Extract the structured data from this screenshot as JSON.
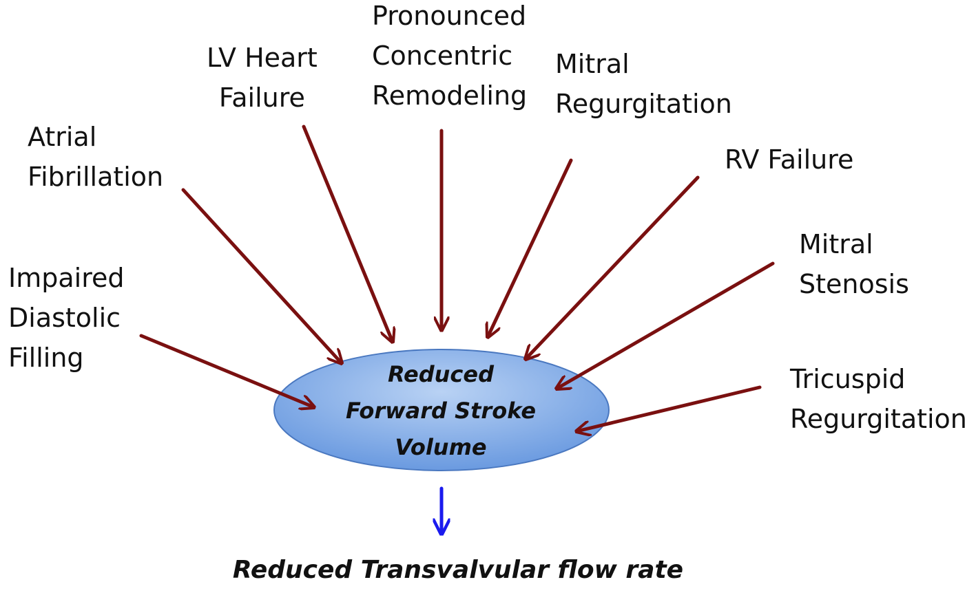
{
  "causes": {
    "impaired_diastolic_filling": [
      "Impaired",
      "Diastolic",
      "Filling"
    ],
    "atrial_fibrillation": [
      "Atrial",
      "Fibrillation"
    ],
    "lv_heart_failure": [
      "LV Heart",
      "Failure"
    ],
    "concentric_remodeling": [
      "Pronounced",
      "Concentric",
      "Remodeling"
    ],
    "mitral_regurgitation": [
      "Mitral",
      "Regurgitation"
    ],
    "rv_failure": [
      "RV Failure"
    ],
    "mitral_stenosis": [
      "Mitral",
      "Stenosis"
    ],
    "tricuspid_regurgitation": [
      "Tricuspid",
      "Regurgitation"
    ]
  },
  "center": [
    "Reduced",
    "Forward Stroke",
    "Volume"
  ],
  "outcome": "Reduced Transvalvular flow rate",
  "colors": {
    "cause_arrow": "#7a1010",
    "outcome_arrow": "#1a1aee",
    "ellipse_light": "#b9d2f4",
    "ellipse_dark": "#6a9ae0",
    "ellipse_stroke": "#4a78c0"
  }
}
